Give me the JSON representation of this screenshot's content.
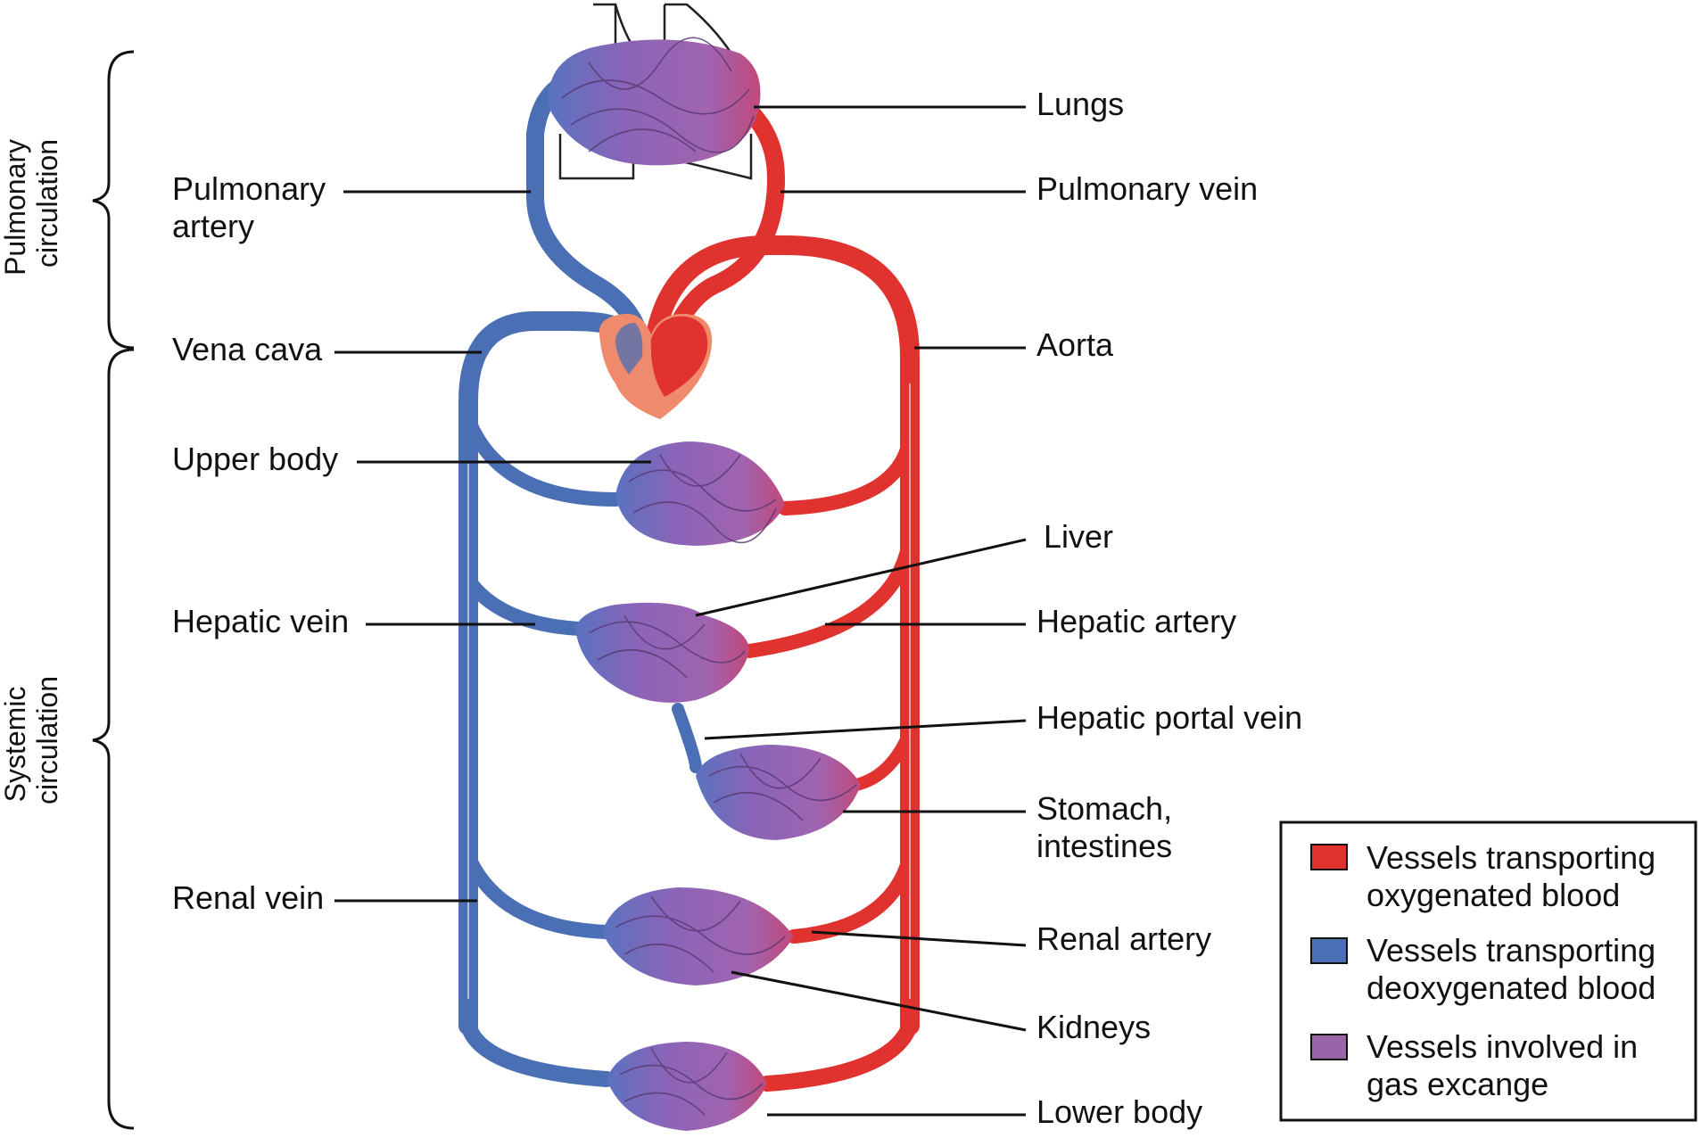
{
  "section_labels": {
    "pulmonary": [
      "Pulmonary",
      "circulation"
    ],
    "systemic": [
      "Systemic",
      "circulation"
    ]
  },
  "labels_left": {
    "pulmonary_artery": [
      "Pulmonary",
      "artery"
    ],
    "vena_cava": "Vena cava",
    "upper_body": "Upper body",
    "hepatic_vein": "Hepatic vein",
    "renal_vein": "Renal vein"
  },
  "labels_right": {
    "lungs": "Lungs",
    "pulmonary_vein": "Pulmonary vein",
    "aorta": "Aorta",
    "liver": "Liver",
    "hepatic_artery": "Hepatic artery",
    "hepatic_portal_vein": "Hepatic portal vein",
    "stomach_intestines": [
      "Stomach,",
      "intestines"
    ],
    "renal_artery": "Renal artery",
    "kidneys": "Kidneys",
    "lower_body": "Lower body"
  },
  "legend": {
    "items": [
      {
        "lines": [
          "Vessels transporting",
          "oxygenated blood"
        ],
        "color": "#e0332f"
      },
      {
        "lines": [
          "Vessels transporting",
          "deoxygenated blood"
        ],
        "color": "#4a6fb4"
      },
      {
        "lines": [
          "Vessels involved in",
          "gas excange"
        ],
        "color": "#9b63a8"
      }
    ]
  },
  "colors": {
    "oxygenated": "#e0332f",
    "deoxygenated": "#4a6fb4",
    "gas_exchange": "#9b63a8",
    "heart_light": "#f08a6c"
  }
}
